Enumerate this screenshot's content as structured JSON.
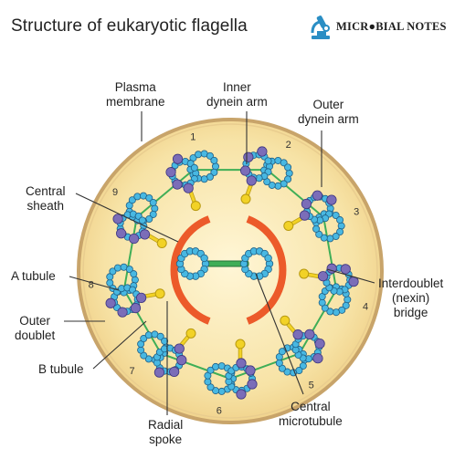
{
  "header": {
    "title": "Structure of eukaryotic flagella",
    "logo_text": "MICR●BIAL NOTES"
  },
  "labels": {
    "plasma_membrane": [
      "Plasma",
      "membrane"
    ],
    "inner_dynein_arm": [
      "Inner",
      "dynein arm"
    ],
    "outer_dynein_arm": [
      "Outer",
      "dynein arm"
    ],
    "central_sheath": [
      "Central",
      "sheath"
    ],
    "a_tubule": [
      "A tubule"
    ],
    "outer_doublet": [
      "Outer",
      "doublet"
    ],
    "b_tubule": [
      "B tubule"
    ],
    "interdoublet_bridge": [
      "Interdoublet",
      "(nexin)",
      "bridge"
    ],
    "radial_spoke": [
      "Radial",
      "spoke"
    ],
    "central_microtubule": [
      "Central",
      "microtubule"
    ]
  },
  "doublet_numbers": [
    "1",
    "2",
    "3",
    "4",
    "5",
    "6",
    "7",
    "8",
    "9"
  ],
  "colors": {
    "cell_fill": "#f7e3a6",
    "cell_stroke": "#c8a46a",
    "tubulin": "#48b8e2",
    "tubulin_stroke": "#1f5f86",
    "dynein": "#7b6db8",
    "spoke": "#f2d226",
    "nexin": "#3fae57",
    "central_sheath": "#ec5a2a",
    "logo": "#2a8ec4"
  }
}
